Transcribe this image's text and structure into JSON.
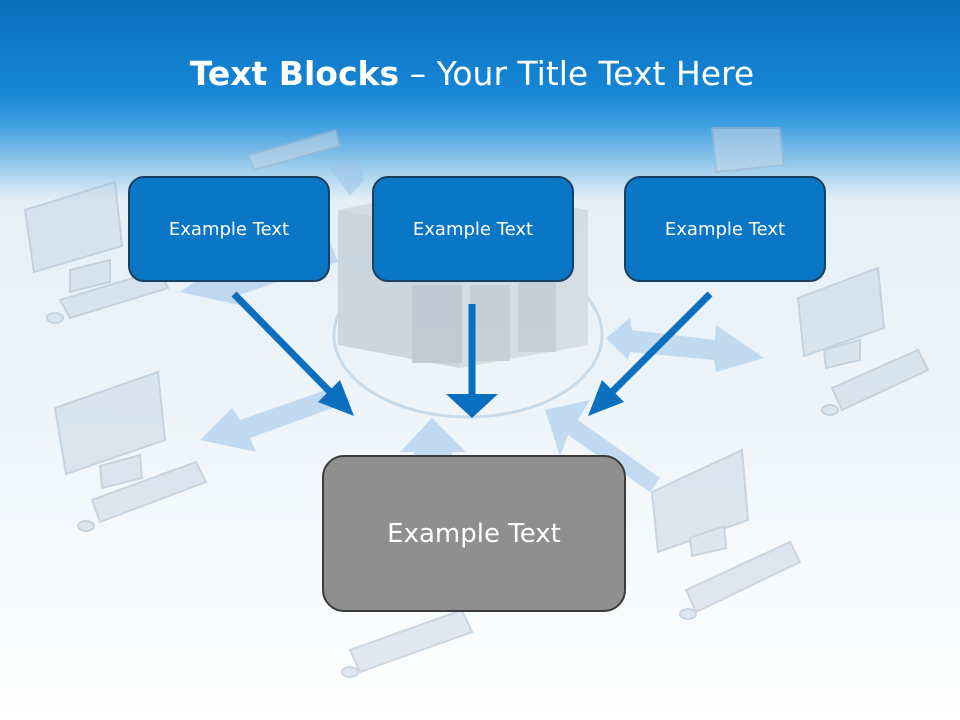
{
  "title": {
    "bold": "Text Blocks",
    "dash": " – ",
    "rest": "Your Title Text Here"
  },
  "blocks": [
    {
      "label": "Example Text"
    },
    {
      "label": "Example Text"
    },
    {
      "label": "Example Text"
    }
  ],
  "center": {
    "label": "Example Text"
  },
  "colors": {
    "header_blue": "#0a6fbe",
    "block_fill": "#0a76c6",
    "block_border": "#1b3f5e",
    "arrow": "#0a6fbe",
    "center_fill": "#8f8f8f",
    "background_light": "#eef5fa"
  }
}
